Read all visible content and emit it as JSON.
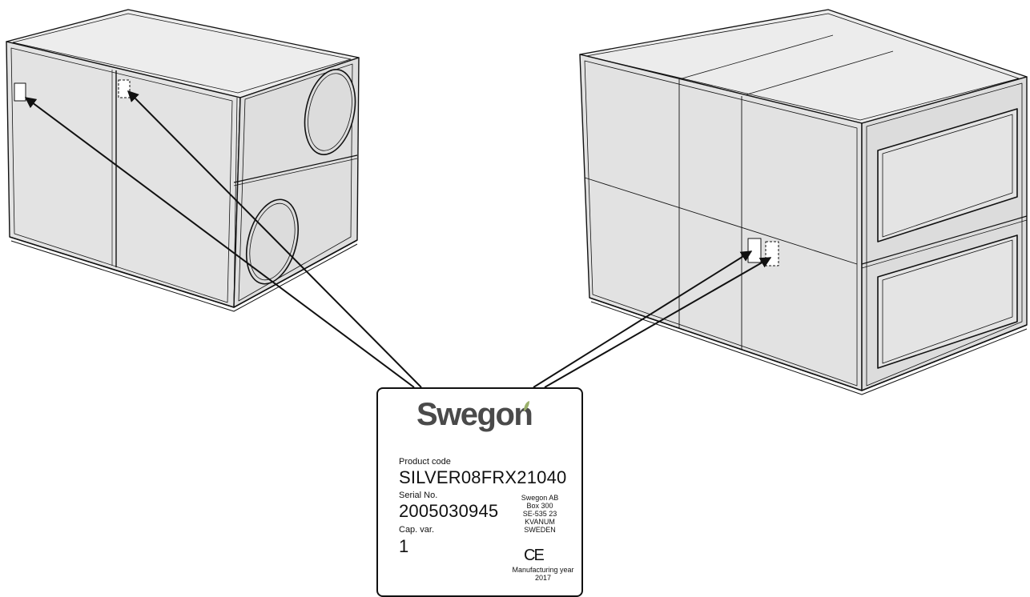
{
  "label": {
    "brand": "Swegon",
    "product_code_label": "Product code",
    "product_code": "SILVER08FRX21040",
    "serial_label": "Serial No.",
    "serial": "2005030945",
    "cap_label": "Cap. var.",
    "cap": "1",
    "address": [
      "Swegon AB",
      "Box 300",
      "SE-535 23",
      "KVANUM",
      "SWEDEN"
    ],
    "ce_mark": "CE",
    "mfg_label": "Manufacturing year",
    "mfg_year": "2017"
  },
  "colors": {
    "panel": "#e6e6e6",
    "panel_dark": "#d6d6d6",
    "outline": "#111111",
    "duct_fill": "#dcdcdc",
    "brand_leaf": "#9ab06a"
  }
}
